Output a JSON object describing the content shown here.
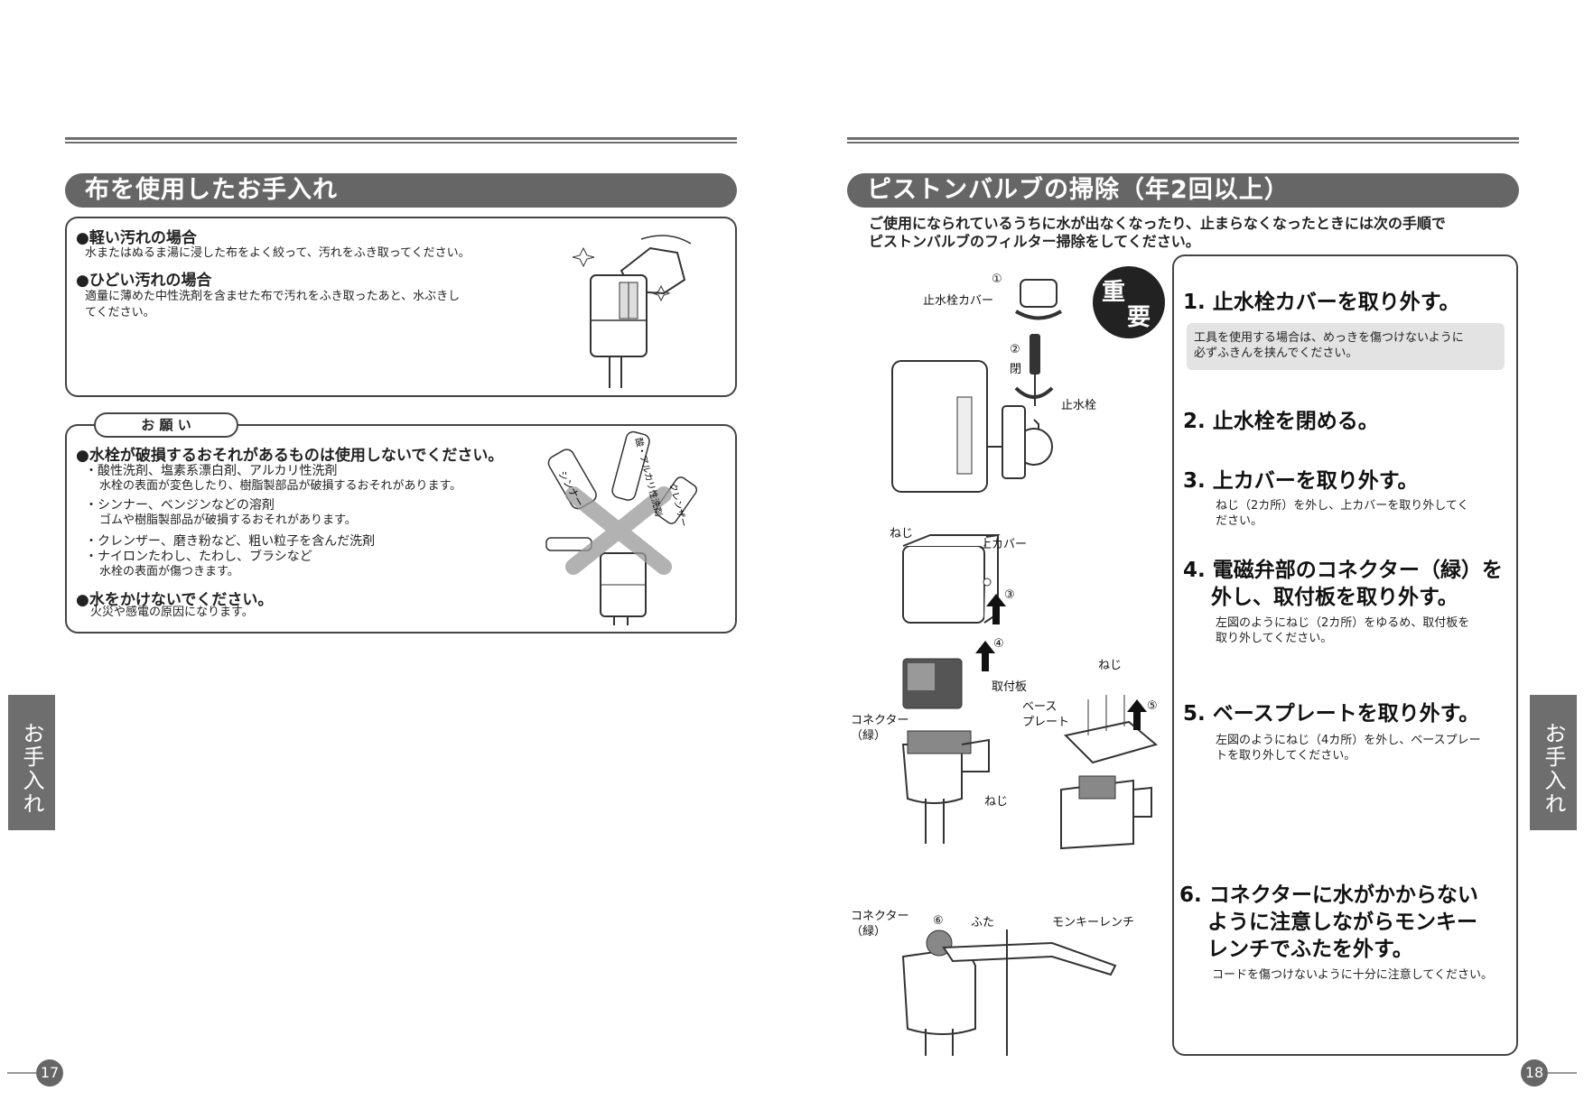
{
  "left": {
    "title": "布を使用したお手入れ",
    "light": {
      "heading": "●軽い汚れの場合",
      "text": "水またはぬるま湯に浸した布をよく絞って、汚れをふき取ってください。"
    },
    "heavy": {
      "heading": "●ひどい汚れの場合",
      "text1": "適量に薄めた中性洗剤を含ませた布で汚れをふき取ったあと、水ぶきし",
      "text2": "てください。"
    },
    "request": {
      "tab": "お 願 い",
      "heading1": "●水栓が破損するおそれがあるものは使用しないでください。",
      "item1_title": "・酸性洗剤、塩素系漂白剤、アルカリ性洗剤",
      "item1_text": "水栓の表面が変色したり、樹脂製部品が破損するおそれがあります。",
      "item2_title": "・シンナー、ベンジンなどの溶剤",
      "item2_text": "ゴムや樹脂製部品が破損するおそれがあります。",
      "item3_title": "・クレンザー、磨き粉など、粗い粒子を含んだ洗剤",
      "item4_title": "・ナイロンたわし、たわし、ブラシなど",
      "item4_text": "水栓の表面が傷つきます。",
      "heading2": "●水をかけないでください。",
      "heading2_text": "火災や感電の原因になります。",
      "bottle_labels": [
        "シンナー",
        "酸・アルカリ性洗剤",
        "クレンザー"
      ]
    },
    "side_tab": "お手入れ",
    "page": "17"
  },
  "right": {
    "title": "ピストンバルブの掃除（年2回以上）",
    "intro1": "ご使用になられているうちに水が出なくなったり、止まらなくなったときには次の手順で",
    "intro2": "ピストンバルブのフィルター掃除をしてください。",
    "important_1": "重",
    "important_2": "要",
    "fig_labels": {
      "cover": "止水栓カバー",
      "n1": "①",
      "n2": "②",
      "close": "閉",
      "valve": "止水栓",
      "screw1": "ねじ",
      "upper_cover": "上カバー",
      "n3": "③",
      "n4": "④",
      "mount": "取付板",
      "connector1a": "コネクター",
      "connector1b": "（緑）",
      "screw2": "ねじ",
      "screw3": "ねじ",
      "base1": "ベース",
      "base2": "プレート",
      "n5": "⑤",
      "connector2a": "コネクター",
      "connector2b": "（緑）",
      "n6": "⑥",
      "lid": "ふた",
      "wrench": "モンキーレンチ"
    },
    "steps": [
      {
        "title": "1. 止水栓カバーを取り外す。",
        "note": "工具を使用する場合は、めっきを傷つけないように\n必ずふきんを挟んでください。"
      },
      {
        "title": "2. 止水栓を閉める。",
        "note": ""
      },
      {
        "title": "3. 上カバーを取り外す。",
        "note": "ねじ（2カ所）を外し、上カバーを取り外してく\nださい。"
      },
      {
        "title": "4. 電磁弁部のコネクター（緑）を\n　 外し、取付板を取り外す。",
        "note": "左図のようにねじ（2カ所）をゆるめ、取付板を\n取り外してください。"
      },
      {
        "title": "5. ベースプレートを取り外す。",
        "note": "左図のようにねじ（4カ所）を外し、ベースプレー\nトを取り外してください。"
      },
      {
        "title": "6. コネクターに水がかからない\n　 ように注意しながらモンキー\n　 レンチでふたを外す。",
        "note": "コードを傷つけないように十分に注意してください。"
      }
    ],
    "side_tab": "お手入れ",
    "page": "18"
  }
}
